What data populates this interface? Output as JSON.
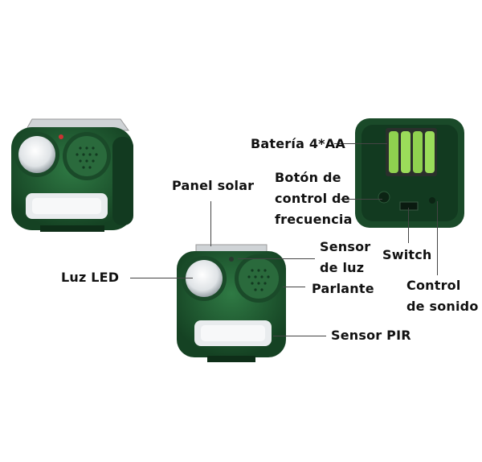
{
  "labels": {
    "battery": "Batería 4*AA",
    "freq_line1": "Botón de",
    "freq_line2": "control de",
    "freq_line3": "frecuencia",
    "solar_panel": "Panel solar",
    "light_sensor_line1": "Sensor",
    "light_sensor_line2": "de luz",
    "led_light": "Luz LED",
    "speaker": "Parlante",
    "switch": "Switch",
    "sound_line1": "Control",
    "sound_line2": "de sonido",
    "pir_sensor": "Sensor PIR"
  },
  "colors": {
    "body_green": "#1f5a32",
    "body_dark": "#143d22",
    "battery_green": "#8fd14f",
    "panel_gray": "#c8ccd0"
  }
}
